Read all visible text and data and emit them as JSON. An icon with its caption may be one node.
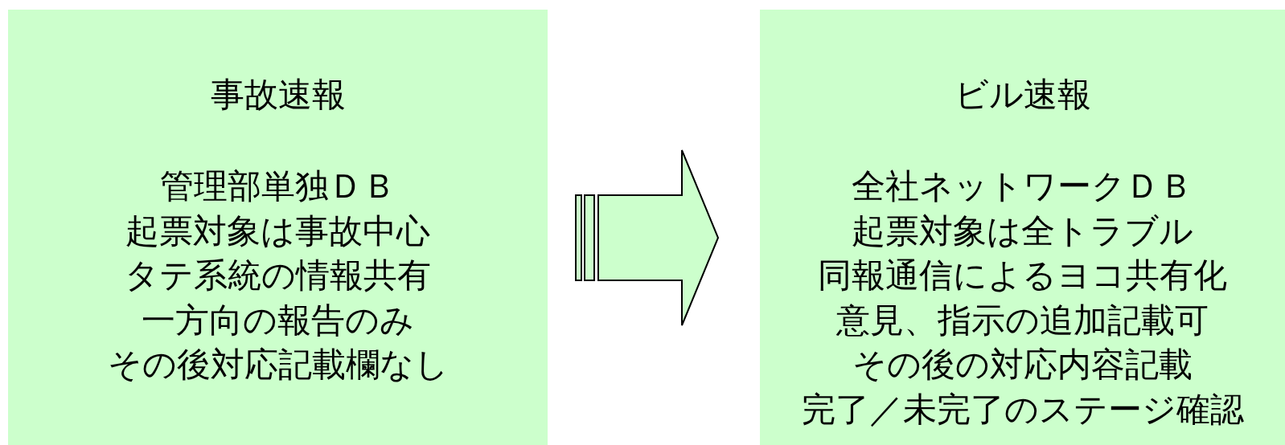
{
  "diagram": {
    "nodes": [
      {
        "text": [
          "事故速報",
          "管理部単独ＤＢ",
          "起票対象は事故中心",
          "タテ系統の情報共有",
          "一方向の報告のみ",
          "その後対応記載欄なし"
        ]
      },
      {
        "text": [
          "ビル速報",
          "全社ネットワークＤＢ",
          "起票対象は全トラブル",
          "同報通信によるヨコ共有化",
          "意見、指示の追加記載可",
          "その後の対応内容記載",
          "完了／未完了のステージ確認"
        ]
      }
    ],
    "edges": [
      {
        "from": 0,
        "to": 1,
        "arrow": "to"
      }
    ]
  }
}
